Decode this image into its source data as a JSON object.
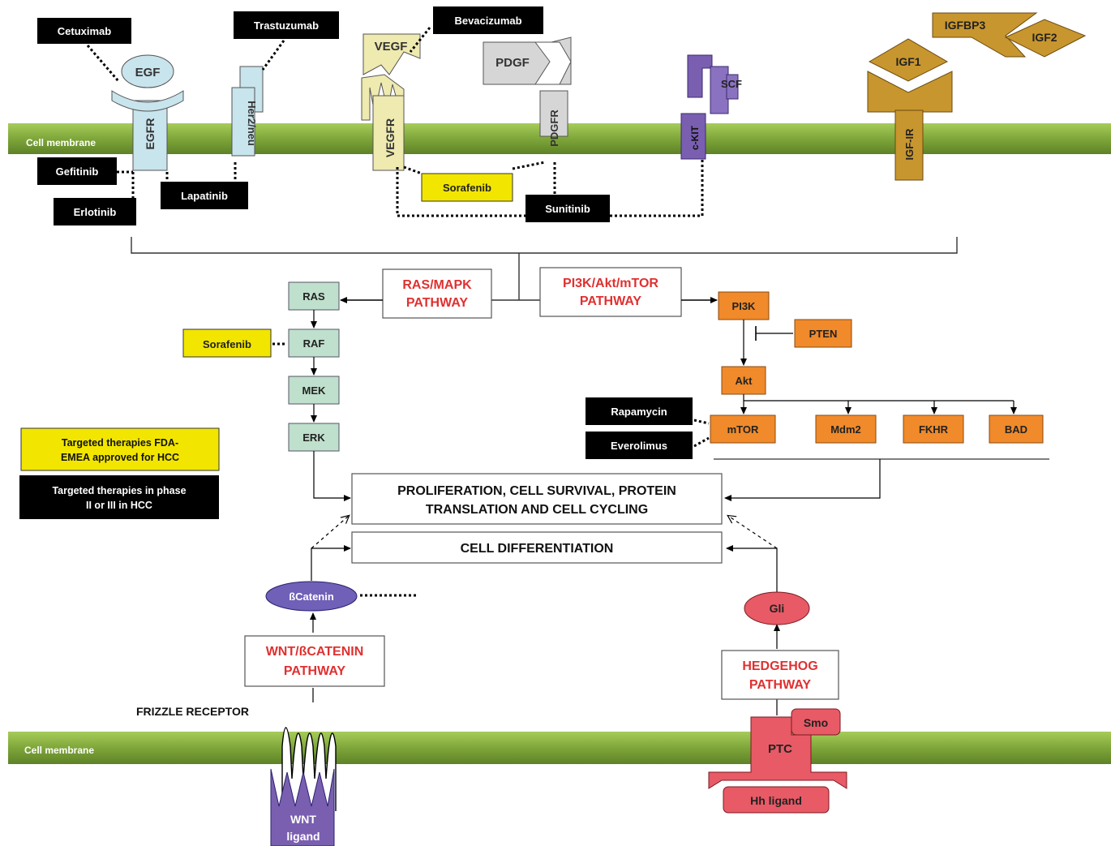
{
  "membrane": {
    "top_label": "Cell membrane",
    "bottom_label": "Cell membrane"
  },
  "drugs": {
    "cetuximab": "Cetuximab",
    "trastuzumab": "Trastuzumab",
    "bevacizumab": "Bevacizumab",
    "gefitinib": "Gefitinib",
    "erlotinib": "Erlotinib",
    "lapatinib": "Lapatinib",
    "sorafenib_top": "Sorafenib",
    "sunitinib": "Sunitinib",
    "sorafenib_raf": "Sorafenib",
    "rapamycin": "Rapamycin",
    "everolimus": "Everolimus"
  },
  "receptors": {
    "egf": "EGF",
    "egfr": "EGFR",
    "her2": "Her2/neu",
    "vegf": "VEGF",
    "vegfr": "VEGFR",
    "pdgf": "PDGF",
    "pdgfr": "PDGFR",
    "scf": "SCF",
    "ckit": "c-KIT",
    "igfbp3": "IGFBP3",
    "igf2": "IGF2",
    "igf1": "IGF1",
    "igf1r": "IGF-IR"
  },
  "pathways": {
    "ras_mapk": [
      "RAS/MAPK",
      "PATHWAY"
    ],
    "pi3k_akt": [
      "PI3K/Akt/mTOR",
      "PATHWAY"
    ],
    "wnt": [
      "WNT/ßCATENIN",
      "PATHWAY"
    ],
    "hedgehog": [
      "HEDGEHOG",
      "PATHWAY"
    ]
  },
  "mapk_nodes": {
    "ras": "RAS",
    "raf": "RAF",
    "mek": "MEK",
    "erk": "ERK"
  },
  "pi3k_nodes": {
    "pi3k": "PI3K",
    "pten": "PTEN",
    "akt": "Akt",
    "mtor": "mTOR",
    "mdm2": "Mdm2",
    "fkhr": "FKHR",
    "bad": "BAD"
  },
  "outcomes": {
    "proliferation": [
      "PROLIFERATION, CELL SURVIVAL, PROTEIN",
      "TRANSLATION AND CELL CYCLING"
    ],
    "differentiation": "CELL DIFFERENTIATION"
  },
  "legend": {
    "approved": [
      "Targeted therapies  FDA-",
      "EMEA approved for HCC"
    ],
    "phase": [
      "Targeted therapies  in phase",
      "II or III in HCC"
    ]
  },
  "wnt_nodes": {
    "beta_catenin": "ßCatenin",
    "frizzle": "FRIZZLE RECEPTOR",
    "wnt_ligand": [
      "WNT",
      "ligand"
    ]
  },
  "hh_nodes": {
    "gli": "Gli",
    "smo": "Smo",
    "ptc": "PTC",
    "hh_ligand": "Hh ligand"
  },
  "colors": {
    "membrane_green": "#7fa63a",
    "drug_black": "#000000",
    "approved_yellow": "#f2e600",
    "mapk_green": "#bfe0cc",
    "pi3k_orange": "#f08a2a",
    "pathway_red": "#e03030",
    "egfr_lightblue": "#c8e4ec",
    "vegf_yellow": "#eeeab0",
    "pdgf_gray": "#d6d6d6",
    "ckit_purple": "#7a5fb0",
    "igf_gold": "#c8962e",
    "catenin_purple": "#7060b8",
    "hh_pink": "#e85a66"
  }
}
